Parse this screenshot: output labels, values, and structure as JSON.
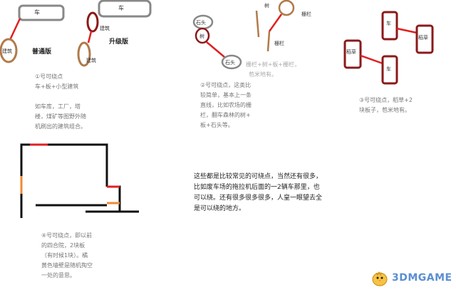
{
  "diagram1": {
    "car_label": "车",
    "building_label": "建筑",
    "basic_version": "普通版",
    "car2_label": "车",
    "building2_label": "建筑",
    "building3_label": "建筑",
    "upgrade_version": "升级版",
    "caption_lines": [
      "①号可绕点",
      "车+板+小型建筑",
      "",
      "如车库，工厂，塔",
      "楼，煤矿等图野外随",
      "机刷出的建筑组合。"
    ]
  },
  "diagram2": {
    "stone_label": "石头",
    "tree_label": "树",
    "stone2_label": "石头",
    "tree2_label": "树",
    "fence_label": "栅栏",
    "fence2_label": "栅栏",
    "right_caption_lines": [
      "栅栏+树+板+栅栏，",
      "苞米地有。"
    ],
    "caption_lines": [
      "②号可绕点，这类比",
      "较简单，基本上一条",
      "直线，比如农场的栅",
      "栏，翻车森林的树+",
      "板+石头等。"
    ]
  },
  "diagram3": {
    "car_top": "车",
    "grass_right": "稻草",
    "grass_left": "稻草",
    "car_bottom": "车",
    "caption_lines": [
      "③号可绕点，稻草+2",
      "块板子，苞米地有。"
    ]
  },
  "diagram4": {
    "caption_lines": [
      "④号可绕点，即以前",
      "的四合院，2块板",
      "（有时候1块）。橘",
      "黄色墙壁是随机掏空",
      "一处的意思。"
    ]
  },
  "note": {
    "lines": [
      "这些都是比较常见的可绕点，当然还有很多，",
      "比如废车场的拖拉机后面的一2辆车那里，也",
      "可以绕。还有很多很多很多，人皇一眼望去全",
      "是可以绕的地方。"
    ]
  },
  "watermark": {
    "text": "3DMGAME"
  },
  "colors": {
    "gray_box": "#888888",
    "dark_red": "#8b1a1a",
    "tan": "#b07a4a",
    "red": "#e02020",
    "orange": "#f08a30",
    "black": "#111111"
  }
}
